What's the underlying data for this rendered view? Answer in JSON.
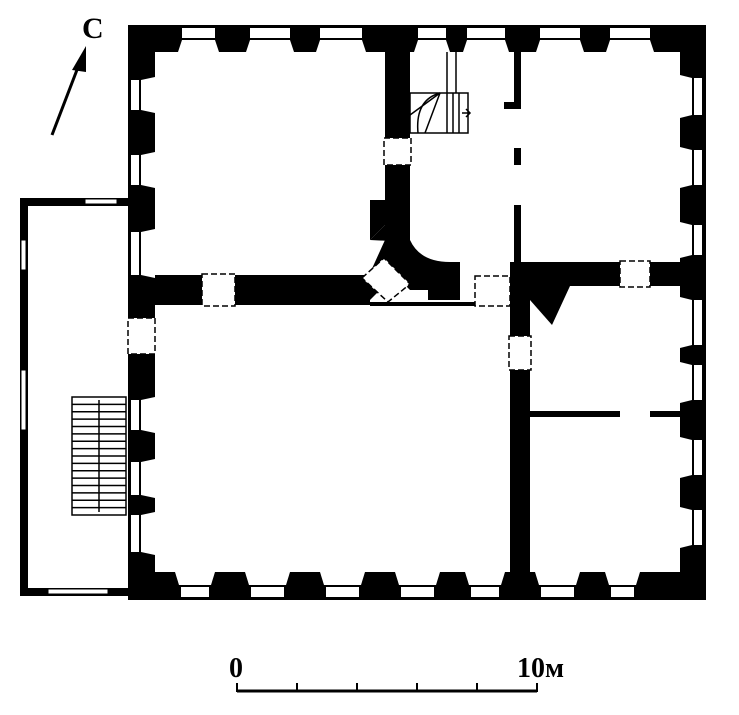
{
  "north_arrow": {
    "label": "С"
  },
  "scale_bar": {
    "start_label": "0",
    "end_label": "10м",
    "divisions": 5,
    "length_m": 10
  },
  "colors": {
    "wall": "#000000",
    "background": "#ffffff"
  }
}
